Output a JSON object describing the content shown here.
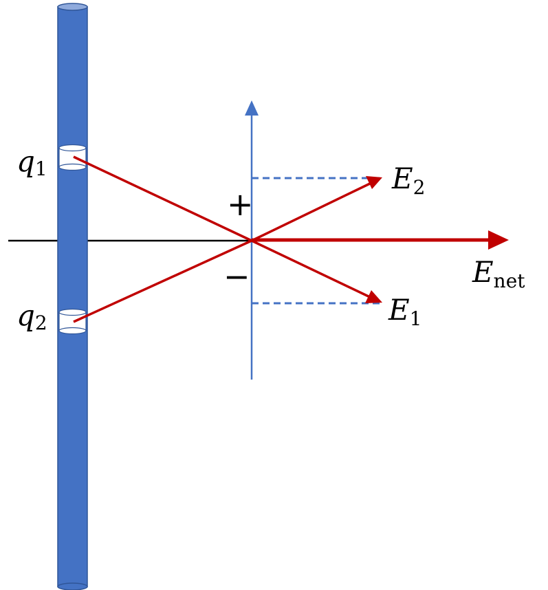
{
  "labels": {
    "q1": {
      "base": "q",
      "sub": "1"
    },
    "q2": {
      "base": "q",
      "sub": "2"
    },
    "E1": {
      "base": "E",
      "sub": "1"
    },
    "E2": {
      "base": "E",
      "sub": "2"
    },
    "Enet": {
      "base": "E",
      "sub": "net"
    },
    "plus": "+",
    "minus": "−"
  },
  "colors": {
    "rod": "#4472c4",
    "rod_edge": "#2f5597",
    "rod_top": "#8faadc",
    "axis": "#4472c4",
    "vector": "#c00000",
    "baseline": "#000000",
    "charge": "#ffffff"
  }
}
